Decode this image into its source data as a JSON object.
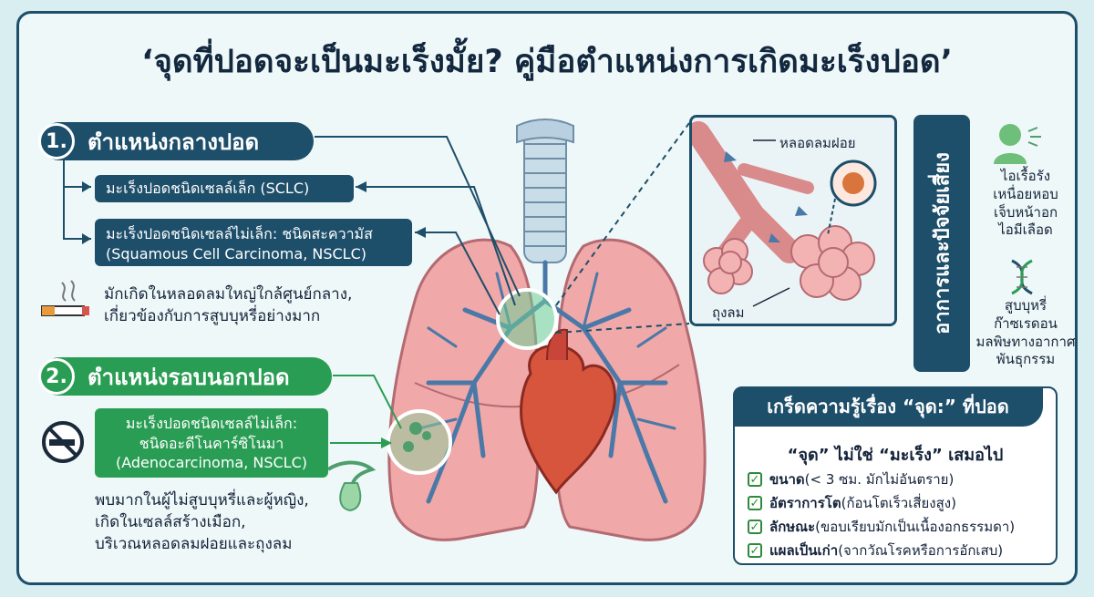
{
  "title": "‘จุดที่ปอดจะเป็นมะเร็งมั้ย? คู่มือตำแหน่งการเกิดมะเร็งปอด’",
  "section1": {
    "number": "1.",
    "heading": "ตำแหน่งกลางปอด",
    "box1": "มะเร็งปอดชนิดเซลล์เล็ก (SCLC)",
    "box2_line1": "มะเร็งปอดชนิดเซลล์ไม่เล็ก: ชนิดสะความัส",
    "box2_line2": "(Squamous Cell Carcinoma, NSCLC)",
    "note_line1": "มักเกิดในหลอดลมใหญ่ใกล้ศูนย์กลาง,",
    "note_line2": "เกี่ยวข้องกับการสูบบุหรี่อย่างมาก",
    "icon": "cigarette-icon"
  },
  "section2": {
    "number": "2.",
    "heading": "ตำแหน่งรอบนอกปอด",
    "box_line1": "มะเร็งปอดชนิดเซลล์ไม่เล็ก:",
    "box_line2": "ชนิดอะดีโนคาร์ซิโนมา",
    "box_line3": "(Adenocarcinoma, NSCLC)",
    "note_line1": "พบมากในผู้ไม่สูบบุหรี่และผู้หญิง,",
    "note_line2": "เกิดในเซลล์สร้างเมือก,",
    "note_line3": "บริเวณหลอดลมฝอยและถุงลม",
    "icon": "no-smoking-icon"
  },
  "inset": {
    "label_bronchiole": "หลอดลมฝอย",
    "label_alveoli": "ถุงลม"
  },
  "risk_band": "อาการและปัจจัยเสี่ยง",
  "symptoms": [
    "ไอเรื้อรัง",
    "เหนื่อยหอบ",
    "เจ็บหน้าอก",
    "ไอมีเลือด"
  ],
  "risks": [
    "สูบบุหรี่",
    "ก๊าซเรดอน",
    "มลพิษทางอากาศ",
    "พันธุกรรม"
  ],
  "facts": {
    "heading": "เกร็ดความรู้เรื่อง “จุด:” ที่ปอด",
    "subheading": "“จุด” ไม่ใช่ “มะเร็ง” เสมอไป",
    "items": [
      {
        "bold": "ขนาด",
        "rest": " (< 3 ซม. มักไม่อันตราย)"
      },
      {
        "bold": "อัตราการโต",
        "rest": " (ก้อนโตเร็วเสี่ยงสูง)"
      },
      {
        "bold": "ลักษณะ",
        "rest": " (ขอบเรียบมักเป็นเนื้องอกธรรมดา)"
      },
      {
        "bold": "แผลเป็นเก่า",
        "rest": " (จากวัณโรคหรือการอักเสบ)"
      }
    ]
  },
  "colors": {
    "navy": "#1d4e6a",
    "green": "#2a9d54",
    "lung": "#f0a8a8",
    "background": "#eef8f8"
  }
}
